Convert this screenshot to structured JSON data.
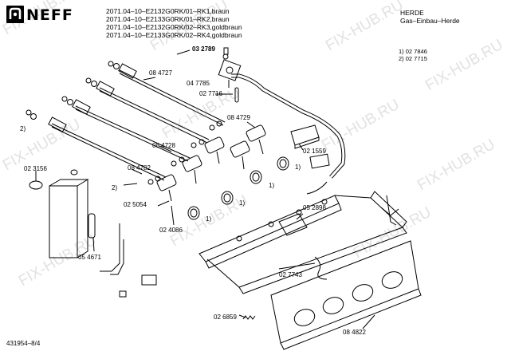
{
  "header": {
    "brand": "NEFF",
    "models": [
      "2071.04–10–E2132G0RK/01–RK1,braun",
      "2071.04–10–E2133G0RK/01–RK2,braun",
      "2071.04–10–E2132G0RK/02–RK3,goldbraun",
      "2071.04–10–E2133G0RK/02–RK4,goldbraun"
    ],
    "category": "HERDE",
    "subcategory": "Gas–Einbau–Herde",
    "notes": [
      "1)  02 7846",
      "2)  02 7715"
    ]
  },
  "parts": {
    "p1": "03 2789",
    "p2": "04 7785",
    "p3": "08 4727",
    "p4": "02 7716",
    "p5": "08 4729",
    "p6": "08 4728",
    "p7": "02 1559",
    "p8": "08 4782",
    "p9": "02 3156",
    "p10": "02 5054",
    "p11": "02 4086",
    "p12": "05 2898",
    "p13": "05 4671",
    "p14": "02 7743",
    "p15": "02 6859",
    "p16": "08 4822"
  },
  "callouts": {
    "one": "1)",
    "two": "2)"
  },
  "footer": {
    "doc_id": "431954–8/4"
  },
  "watermark": "FIX-HUB.RU",
  "colors": {
    "line": "#000000",
    "watermark": "#e2e2e2"
  }
}
